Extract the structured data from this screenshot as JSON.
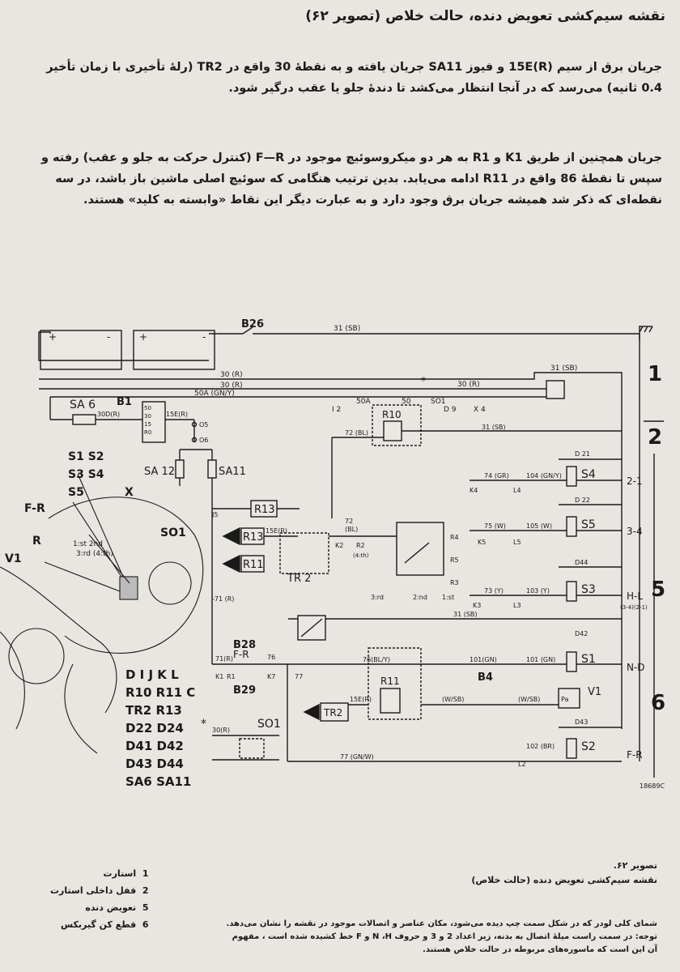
{
  "heading": "نقشه سیم‌کشی تعویض دنده، حالت خلاص (تصویر ۶۲)",
  "paragraphs": [
    "جریان برق از سیم (15E(R و فیوز SA11 جریان یافته و به نقطهٔ 30 واقع در TR2 (رلهٔ تأخیری با زمان تأخیر 0.4 ثانیه) می‌رسد که در آنجا انتظار می‌کشد تا دندهٔ جلو یا عقب درگیر شود.",
    "جریان همچنین از طریق K1 و R1 به هر دو میکروسوئیچ موجود در F—R (کنترل حرکت به جلو و عقب) رفته و سپس تا نقطهٔ 86 واقع در R11 ادامه می‌یابد. بدین ترتیب هنگامی که سوئیچ اصلی ماشین باز باشد، در سه نقطه‌ای که ذکر شد همیشه جریان برق وجود دارد و به عبارت دیگر این نقاط «وابسته به کلید» هستند."
  ],
  "diagram": {
    "zones": [
      "1",
      "2",
      "5",
      "6"
    ],
    "positions": [
      "2-1",
      "3-4",
      "H-L",
      "(3-4)(2-1)",
      "N-D",
      "F-R"
    ],
    "components_left": [
      "S1  S2",
      "S3  S4",
      "S5",
      "X",
      "F-R",
      "SO1",
      "R",
      "V1",
      "1:st 2nd",
      "3:rd (4:th)"
    ],
    "component_list": [
      "D I J K L",
      "R10  R11  C",
      "TR2  R13",
      "D22  D24",
      "D41  D42",
      "D43  D44",
      "SA6  SA11"
    ],
    "drawing_number": "18689C"
  },
  "caption": {
    "title": "تصویر ۶۲.",
    "subtitle": "نقشه سیم‌کشی تعویض دنده (حالت خلاص)"
  },
  "legend": [
    {
      "num": "1",
      "text": "استارت"
    },
    {
      "num": "2",
      "text": "قفل داخلی استارت"
    },
    {
      "num": "5",
      "text": "تعویض دنده"
    },
    {
      "num": "6",
      "text": "قطع کن گیربکس"
    }
  ],
  "notes": [
    "شمای کلی لودر که در شکل سمت چپ دیده می‌شود، مکان عناصر و اتصالات موجود در نقشه را نشان می‌دهد.",
    "توجه: در سمت راست میلهٔ اتصال به بدنه، زیر اعداد 2 و 3 و حروف N ،H و F خط کشیده شده است ، مفهوم",
    "آن این است که ماسوره‌های مربوطه در حالت خلاص هستند."
  ]
}
